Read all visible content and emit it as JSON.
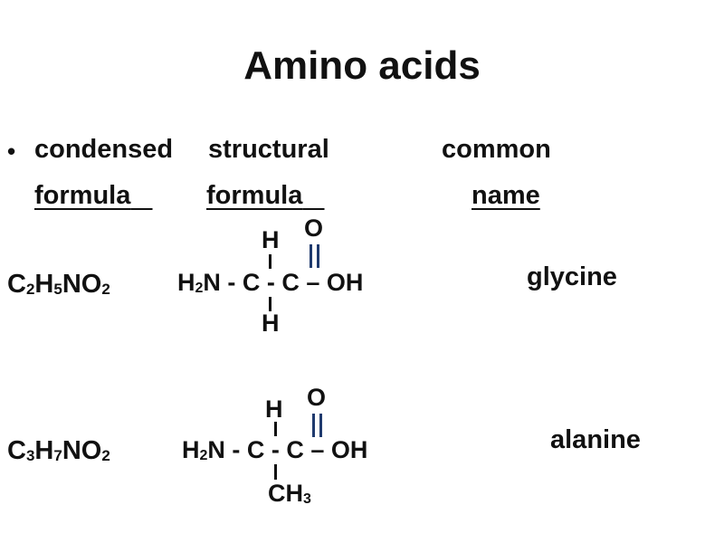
{
  "title": "Amino acids",
  "header": {
    "bullet": "•",
    "col1_line1": "condensed",
    "col1_line2": "formula",
    "col2_line1": "structural",
    "col2_line2": "formula",
    "col3_line1": "common",
    "col3_line2": "name"
  },
  "glycine": {
    "condensed": {
      "c": "C",
      "c_sub": "2",
      "h": "H",
      "h_sub": "5",
      "no": "NO",
      "no_sub": "2"
    },
    "structure": {
      "h2n_h": "H",
      "h2n_sub": "2",
      "main_rest": "N - C - C – OH",
      "top_atom": "H",
      "oxygen": "O",
      "bottom_atom": "H"
    },
    "name": "glycine"
  },
  "alanine": {
    "condensed": {
      "c": "C",
      "c_sub": "3",
      "h": "H",
      "h_sub": "7",
      "no": "NO",
      "no_sub": "2"
    },
    "structure": {
      "h2n_h": "H",
      "h2n_sub": "2",
      "main_rest": "N - C - C – OH",
      "top_atom": "H",
      "oxygen": "O",
      "bottom_ch": "CH",
      "bottom_sub": "3"
    },
    "name": "alanine"
  },
  "colors": {
    "text": "#111111",
    "double_bond": "#1f3a6e"
  }
}
